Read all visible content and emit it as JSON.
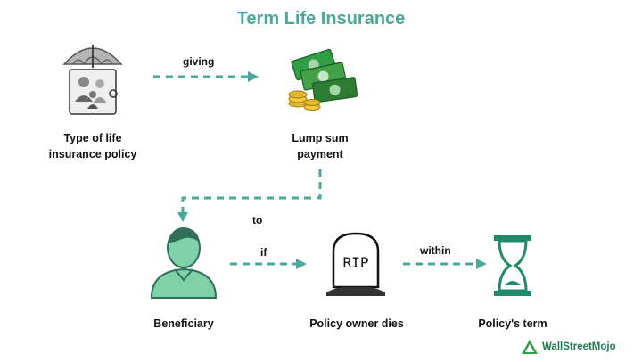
{
  "title": "Term Life Insurance",
  "nodes": {
    "policy": {
      "label_line1": "Type of life",
      "label_line2": "insurance policy",
      "icon": "family-umbrella-icon"
    },
    "lump_sum": {
      "label_line1": "Lump sum",
      "label_line2": "payment",
      "icon": "money-stack-icon"
    },
    "beneficiary": {
      "label": "Beneficiary",
      "icon": "person-icon"
    },
    "owner_dies": {
      "label": "Policy owner dies",
      "icon": "tombstone-icon"
    },
    "term": {
      "label": "Policy's term",
      "icon": "hourglass-icon"
    }
  },
  "connectors": {
    "giving": "giving",
    "to": "to",
    "if": "if",
    "within": "within"
  },
  "rip_text": "RIP",
  "brand": {
    "name": "WallStreetMojo"
  },
  "colors": {
    "accent": "#4aa89a",
    "icon_green": "#7fd1a8",
    "money_green": "#2f9e44",
    "coin_gold": "#e4b82d"
  }
}
